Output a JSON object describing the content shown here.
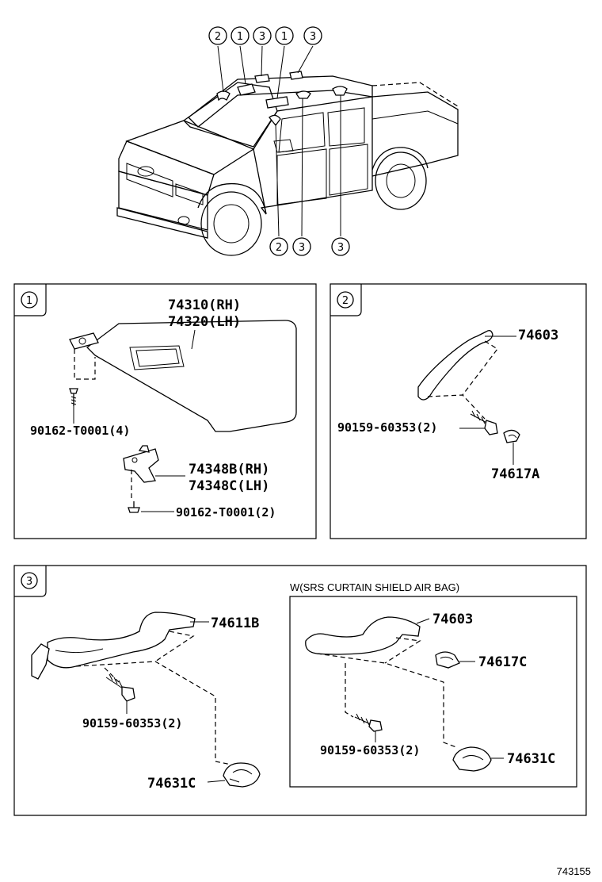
{
  "overview": {
    "top_callouts": [
      "2",
      "1",
      "3",
      "1",
      "3"
    ],
    "bottom_callouts": [
      "2",
      "3",
      "3"
    ]
  },
  "section1": {
    "number": "1",
    "parts": {
      "sun_visor_rh": "74310(RH)",
      "sun_visor_lh": "74320(LH)",
      "screw_visor": "90162-T0001(4)",
      "holder_rh": "74348B(RH)",
      "holder_lh": "74348C(LH)",
      "screw_holder": "90162-T0001(2)"
    }
  },
  "section2": {
    "number": "2",
    "parts": {
      "assist_grip": "74603",
      "bolt": "90159-60353(2)",
      "cover": "74617A"
    }
  },
  "section3": {
    "number": "3",
    "parts": {
      "assist_grip": "74611B",
      "bolt": "90159-60353(2)",
      "clip": "74631C"
    },
    "variant": {
      "condition": "W(SRS CURTAIN SHIELD AIR BAG)",
      "assist_grip": "74603",
      "cover": "74617C",
      "bolt": "90159-60353(2)",
      "clip": "74631C"
    }
  },
  "reference_code": "743155"
}
